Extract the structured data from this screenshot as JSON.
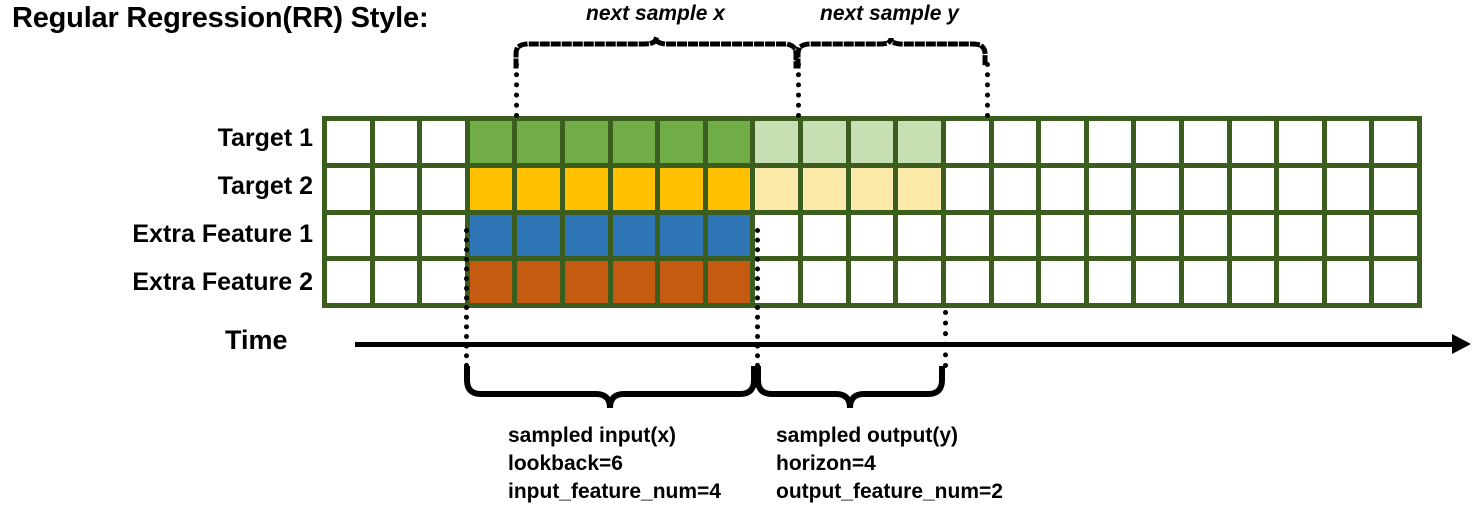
{
  "title": "Regular Regression(RR) Style:",
  "rows": [
    {
      "label": "Target 1",
      "name": "target-1"
    },
    {
      "label": "Target 2",
      "name": "target-2"
    },
    {
      "label": "Extra Feature 1",
      "name": "extra-feature-1"
    },
    {
      "label": "Extra Feature 2",
      "name": "extra-feature-2"
    }
  ],
  "grid": {
    "columns": 23,
    "rows": 4,
    "border_color": "#3b5e1f",
    "empty_color": "#ffffff",
    "input_start_col": 4,
    "input_end_col": 9,
    "output_start_col": 10,
    "output_end_col": 13,
    "row_colors": [
      {
        "input": "#70ad47",
        "output": "#c6e0b4"
      },
      {
        "input": "#ffc000",
        "output": "#fde9a9"
      },
      {
        "input": "#2e75b6",
        "output": "#ffffff"
      },
      {
        "input": "#c55a11",
        "output": "#ffffff"
      }
    ]
  },
  "time_axis": {
    "label": "Time"
  },
  "top_braces": [
    {
      "name": "next-sample-x",
      "caption": "next sample x"
    },
    {
      "name": "next-sample-y",
      "caption": "next sample y"
    }
  ],
  "bottom_braces": [
    {
      "name": "sampled-input",
      "lines": [
        "sampled input(x)",
        "lookback=6",
        "input_feature_num=4"
      ]
    },
    {
      "name": "sampled-output",
      "lines": [
        "sampled output(y)",
        "horizon=4",
        "output_feature_num=2"
      ]
    }
  ]
}
